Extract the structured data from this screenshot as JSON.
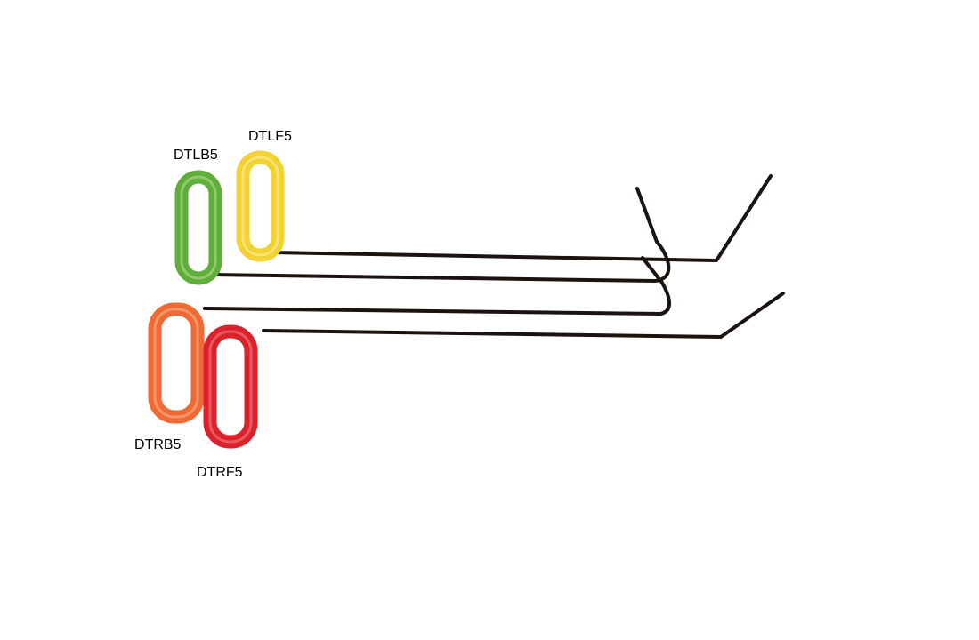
{
  "tools": [
    {
      "label": "DTLF5",
      "handle_color": "#f2d232",
      "shaft_color": "#1b1310"
    },
    {
      "label": "DTLB5",
      "handle_color": "#5fae3a",
      "shaft_color": "#1b1310"
    },
    {
      "label": "DTRB5",
      "handle_color": "#f06a35",
      "shaft_color": "#1b1310"
    },
    {
      "label": "DTRF5",
      "handle_color": "#d9222b",
      "shaft_color": "#1b1310"
    }
  ]
}
